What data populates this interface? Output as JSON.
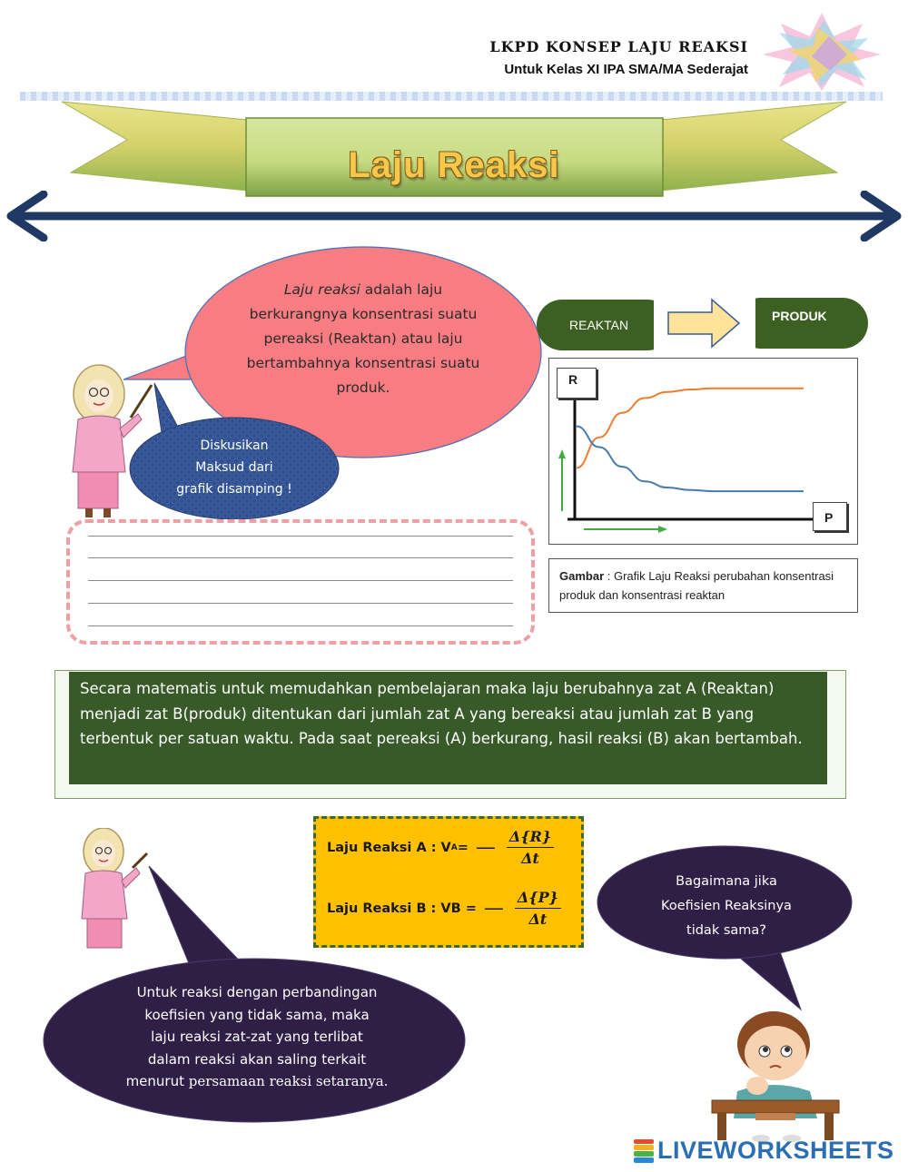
{
  "header": {
    "title": "LKPD KONSEP LAJU REAKSI",
    "subtitle": "Untuk Kelas XI IPA SMA/MA Sederajat"
  },
  "banner": {
    "title": "Laju Reaksi"
  },
  "definition_bubble": {
    "term": "Laju reaksi",
    "text": " adalah laju berkurangnya konsentrasi suatu pereaksi (Reaktan) atau laju bertambahnya konsentrasi suatu produk."
  },
  "discuss_bubble": {
    "line1": "Diskusikan",
    "line2": "Maksud dari",
    "line3": "grafik disamping !"
  },
  "flow": {
    "reactant_label": "REAKTAN",
    "product_label": "PRODUK"
  },
  "chart_data": {
    "type": "line",
    "y_axis_label": "R",
    "x_axis_label": "P",
    "series": [
      {
        "color": "#ed7d31",
        "x": [
          0,
          1,
          2,
          3,
          4,
          5,
          6,
          7,
          8,
          9,
          10
        ],
        "y": [
          0.33,
          0.58,
          0.78,
          0.9,
          0.95,
          0.97,
          0.98,
          0.98,
          0.98,
          0.98,
          0.98
        ]
      },
      {
        "color": "#4a7ab0",
        "x": [
          0,
          1,
          2,
          3,
          4,
          5,
          6,
          7,
          8,
          9,
          10
        ],
        "y": [
          0.67,
          0.5,
          0.34,
          0.22,
          0.17,
          0.15,
          0.14,
          0.14,
          0.14,
          0.14,
          0.14
        ]
      }
    ],
    "ylim": [
      0,
      1
    ],
    "xlim": [
      0,
      10
    ],
    "grid": false,
    "legend": "none"
  },
  "caption": {
    "label": "Gambar",
    "text": " : Grafik Laju Reaksi perubahan konsentrasi produk dan konsentrasi reaktan"
  },
  "paragraph": {
    "text": "Secara matematis untuk memudahkan pembelajaran maka laju berubahnya zat A (Reaktan)  menjadi zat B(produk)  ditentukan dari jumlah zat A yang bereaksi atau jumlah zat B yang terbentuk per satuan waktu. Pada saat pereaksi (A)  berkurang, hasil reaksi (B) akan bertambah."
  },
  "formula": {
    "row_a_label": "Laju Reaksi A : V",
    "row_a_sub": "A",
    "row_a_eq": " = ",
    "row_a_num": "Δ{R}",
    "row_a_den": "Δt",
    "row_b_label": "Laju Reaksi B : VB = ",
    "row_b_num": "Δ{P}",
    "row_b_den": "Δt",
    "minus": "—"
  },
  "question_bubble": {
    "line1": "Bagaimana jika",
    "line2": "Koefisien Reaksinya",
    "line3": "tidak sama?"
  },
  "answer_bubble": {
    "line1": "Untuk reaksi dengan perbandingan",
    "line2": "koefisien yang tidak sama, maka",
    "line3": "laju reaksi zat-zat yang terlibat",
    "line4": "dalam reaksi akan saling terkait",
    "line5a": "menurut ",
    "line5b": "persamaan reaksi setaranya."
  },
  "watermark": {
    "text": "LIVEWORKSHEETS"
  },
  "colors": {
    "pink_bubble": "#f77d82",
    "blue_bubble": "#2f4f8e",
    "dark_bubble": "#2f1f47",
    "green_panel": "#375a28",
    "formula_bg": "#ffc000",
    "arrow": "#1f3864"
  }
}
